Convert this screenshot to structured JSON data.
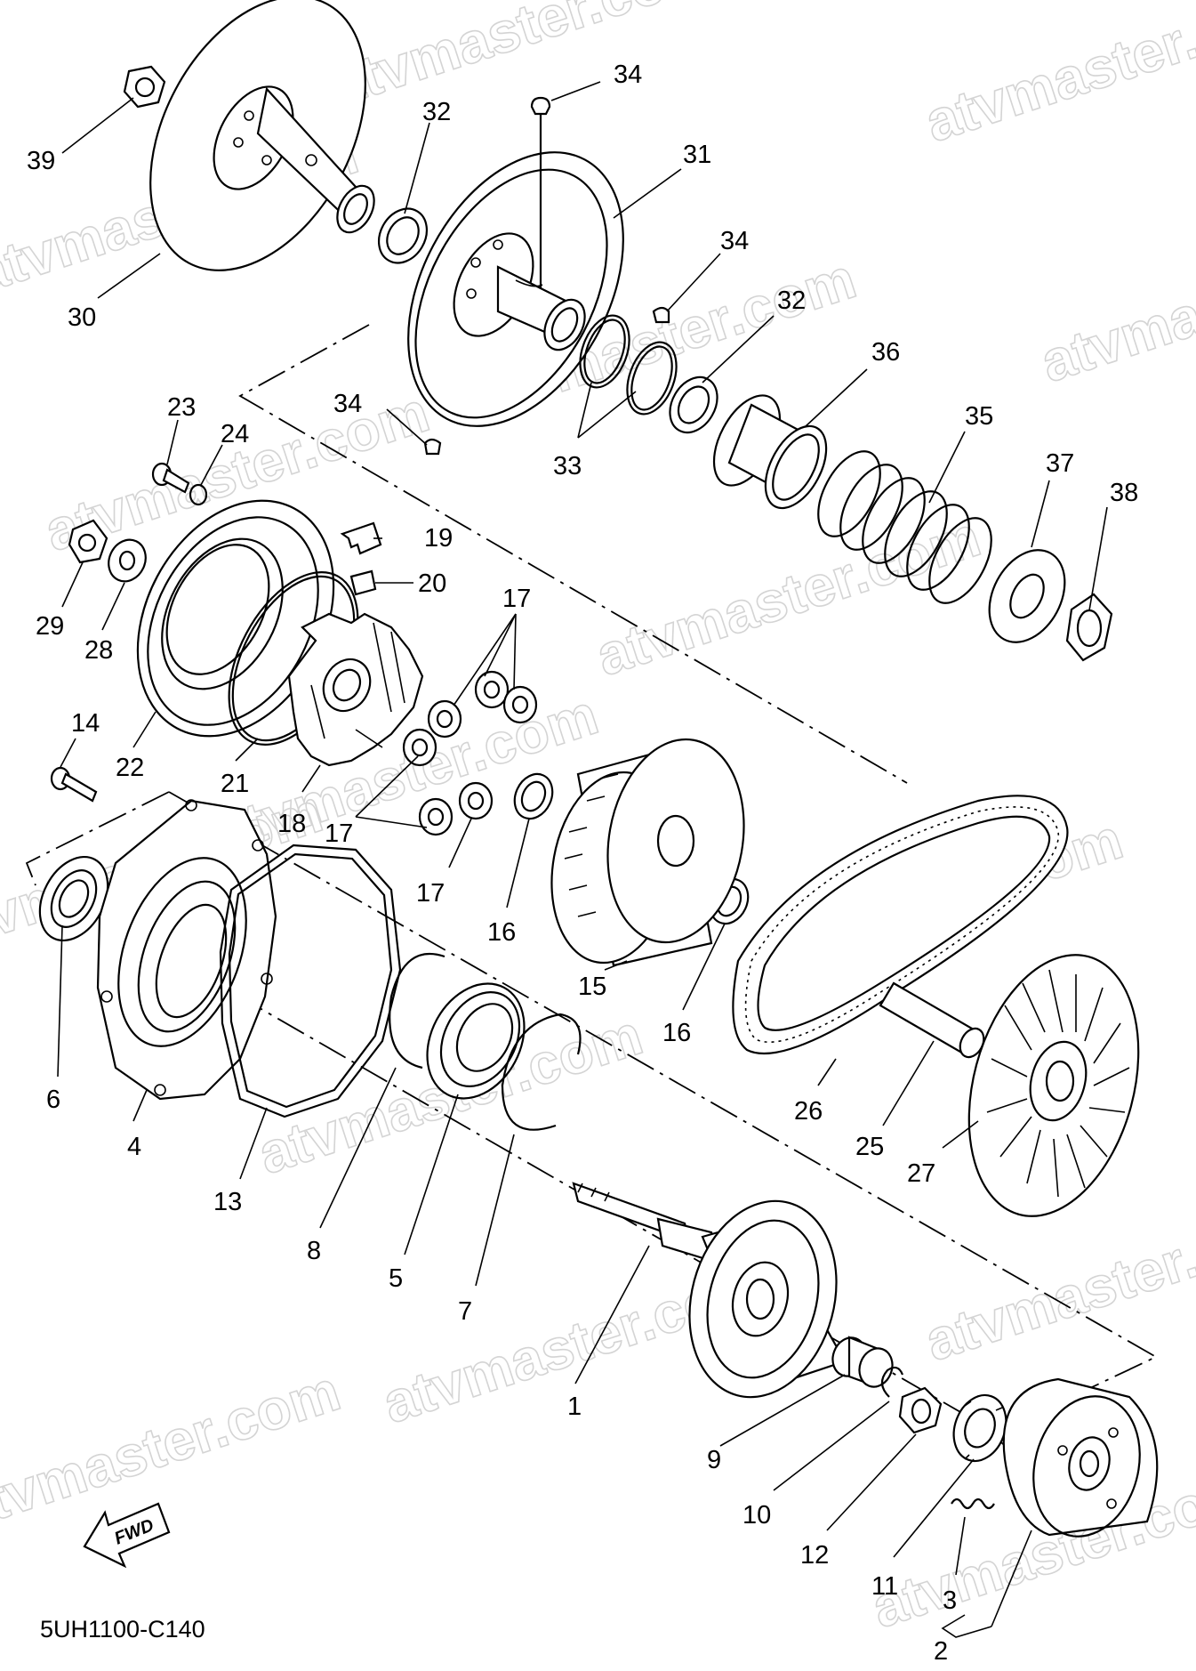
{
  "watermark": "atvmaster.com",
  "diagram_code": "5UH1100-C140",
  "direction_label": "FWD",
  "callouts": [
    {
      "id": "c39",
      "text": "39"
    },
    {
      "id": "c30",
      "text": "30"
    },
    {
      "id": "c32a",
      "text": "32"
    },
    {
      "id": "c34a",
      "text": "34"
    },
    {
      "id": "c31",
      "text": "31"
    },
    {
      "id": "c34b",
      "text": "34"
    },
    {
      "id": "c32b",
      "text": "32"
    },
    {
      "id": "c36",
      "text": "36"
    },
    {
      "id": "c34c",
      "text": "34"
    },
    {
      "id": "c33",
      "text": "33"
    },
    {
      "id": "c35",
      "text": "35"
    },
    {
      "id": "c37",
      "text": "37"
    },
    {
      "id": "c38",
      "text": "38"
    },
    {
      "id": "c23",
      "text": "23"
    },
    {
      "id": "c24",
      "text": "24"
    },
    {
      "id": "c19",
      "text": "19"
    },
    {
      "id": "c20",
      "text": "20"
    },
    {
      "id": "c29",
      "text": "29"
    },
    {
      "id": "c28",
      "text": "28"
    },
    {
      "id": "c17a",
      "text": "17"
    },
    {
      "id": "c22",
      "text": "22"
    },
    {
      "id": "c21",
      "text": "21"
    },
    {
      "id": "c18",
      "text": "18"
    },
    {
      "id": "c14",
      "text": "14"
    },
    {
      "id": "c17b",
      "text": "17"
    },
    {
      "id": "c17c",
      "text": "17"
    },
    {
      "id": "c16a",
      "text": "16"
    },
    {
      "id": "c15",
      "text": "15"
    },
    {
      "id": "c16b",
      "text": "16"
    },
    {
      "id": "c6",
      "text": "6"
    },
    {
      "id": "c4",
      "text": "4"
    },
    {
      "id": "c13",
      "text": "13"
    },
    {
      "id": "c8",
      "text": "8"
    },
    {
      "id": "c5",
      "text": "5"
    },
    {
      "id": "c7",
      "text": "7"
    },
    {
      "id": "c26",
      "text": "26"
    },
    {
      "id": "c25",
      "text": "25"
    },
    {
      "id": "c27",
      "text": "27"
    },
    {
      "id": "c1",
      "text": "1"
    },
    {
      "id": "c9",
      "text": "9"
    },
    {
      "id": "c10",
      "text": "10"
    },
    {
      "id": "c12",
      "text": "12"
    },
    {
      "id": "c11",
      "text": "11"
    },
    {
      "id": "c3",
      "text": "3"
    },
    {
      "id": "c2",
      "text": "2"
    }
  ]
}
